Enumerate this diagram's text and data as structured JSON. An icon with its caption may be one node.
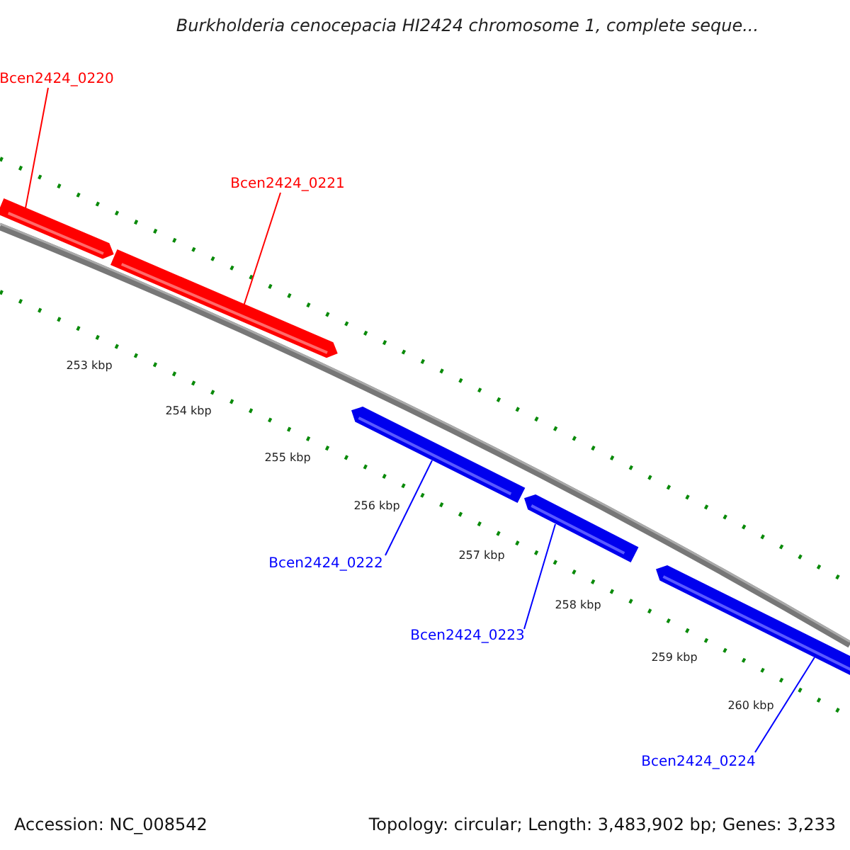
{
  "diagram": {
    "title": "Burkholderia cenocepacia HI2424 chromosome 1, complete seque...",
    "nodes": [
      {
        "text": [
          "Bcen2424_0220"
        ]
      },
      {
        "text": [],
        "shape": "bar"
      },
      {
        "text": [
          "Bcen2424_0221"
        ]
      },
      {
        "text": [],
        "shape": "bar"
      },
      {
        "text": [
          "Bcen2424_0222"
        ]
      },
      {
        "text": [],
        "shape": "bar"
      },
      {
        "text": [
          "Bcen2424_0223"
        ]
      },
      {
        "text": [],
        "shape": "bar"
      },
      {
        "text": [
          "Bcen2424_0224"
        ]
      },
      {
        "text": [],
        "shape": "bar"
      }
    ],
    "edges": [
      {
        "from": 0,
        "to": 1,
        "arrow": "none",
        "color": "#ff0000"
      },
      {
        "from": 2,
        "to": 3,
        "arrow": "none",
        "color": "#ff0000"
      },
      {
        "from": 4,
        "to": 5,
        "arrow": "none"
      },
      {
        "from": 6,
        "to": 7,
        "arrow": "none"
      },
      {
        "from": 8,
        "to": 9,
        "arrow": "none"
      }
    ],
    "labels": [
      "253 kbp",
      "254 kbp",
      "255 kbp",
      "256 kbp",
      "257 kbp",
      "258 kbp",
      "259 kbp",
      "260 kbp",
      "Accession: NC_008542",
      "Topology: circular; Length: 3,483,902 bp; Genes: 3,233"
    ]
  }
}
